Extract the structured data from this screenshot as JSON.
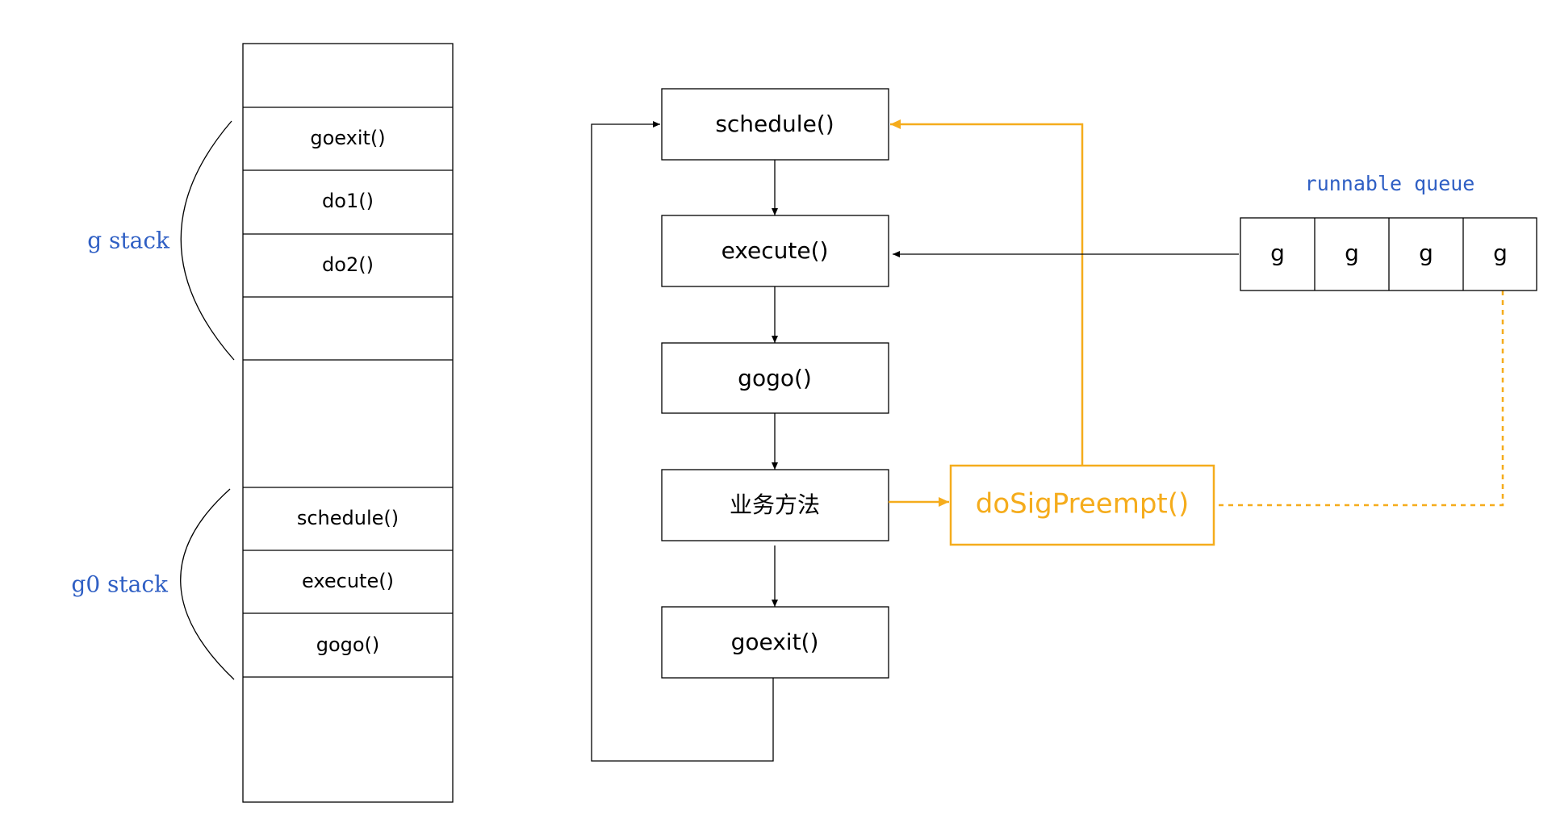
{
  "colors": {
    "accent_orange": "#f5ac1c",
    "label_blue": "#2f5fc4",
    "line_black": "#000000"
  },
  "stack": {
    "g_stack_label": "g stack",
    "g0_stack_label": "g0 stack",
    "cells": [
      "",
      "goexit()",
      "do1()",
      "do2()",
      "",
      "",
      "schedule()",
      "execute()",
      "gogo()",
      ""
    ]
  },
  "flow": {
    "schedule": "schedule()",
    "execute": "execute()",
    "gogo": "gogo()",
    "business": "业务方法",
    "goexit": "goexit()",
    "preempt": "doSigPreempt()"
  },
  "queue": {
    "label": "runnable queue",
    "items": [
      "g",
      "g",
      "g",
      "g"
    ]
  }
}
